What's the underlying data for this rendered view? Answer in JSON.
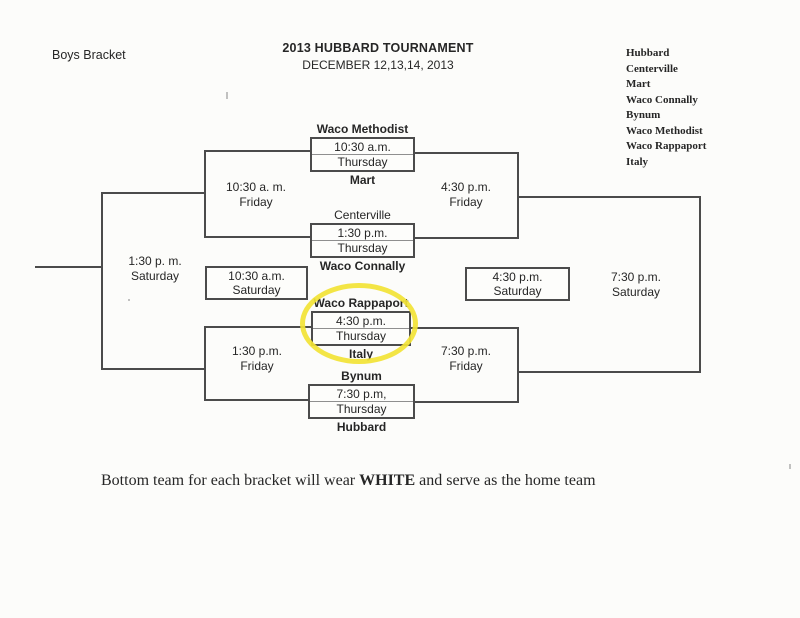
{
  "header": {
    "bracket_label": "Boys Bracket",
    "title": "2013 HUBBARD TOURNAMENT",
    "date": "DECEMBER 12,13,14, 2013"
  },
  "team_list": {
    "items": [
      "Hubbard",
      "Centerville",
      "Mart",
      "Waco Connally",
      "Bynum",
      "Waco Methodist",
      "Waco Rappaport",
      "Italy"
    ]
  },
  "games": [
    {
      "top_team": "Waco Methodist",
      "time": "10:30 a.m.",
      "day": "Thursday",
      "bottom_team": "Mart"
    },
    {
      "top_team": "Centerville",
      "time": "1:30 p.m.",
      "day": "Thursday",
      "bottom_team": "Waco Connally"
    },
    {
      "top_team": "Waco Rappaport",
      "time": "4:30 p.m.",
      "day": "Thursday",
      "bottom_team": "Italy",
      "highlighted": true
    },
    {
      "top_team": "Bynum",
      "time": "7:30 p.m,",
      "day": "Thursday",
      "bottom_team": "Hubbard"
    }
  ],
  "consolation_boxes": [
    {
      "time": "10:30 a.m.",
      "day": "Saturday"
    },
    {
      "time": "4:30 p.m.",
      "day": "Saturday"
    }
  ],
  "round_labels": [
    {
      "time": "10:30 a. m.",
      "day": "Friday"
    },
    {
      "time": "4:30 p.m.",
      "day": "Friday"
    },
    {
      "time": "1:30 p. m.",
      "day": "Saturday"
    },
    {
      "time": "1:30 p.m.",
      "day": "Friday"
    },
    {
      "time": "7:30 p.m.",
      "day": "Friday"
    },
    {
      "time": "7:30 p.m.",
      "day": "Saturday"
    }
  ],
  "footnote": {
    "pre": "Bottom team for each bracket will wear ",
    "emphasis": "WHITE",
    "post": " and serve as the home team"
  },
  "colors": {
    "highlight_yellow": "#f2e335",
    "ink": "#262626",
    "line": "#4b4b4b"
  }
}
